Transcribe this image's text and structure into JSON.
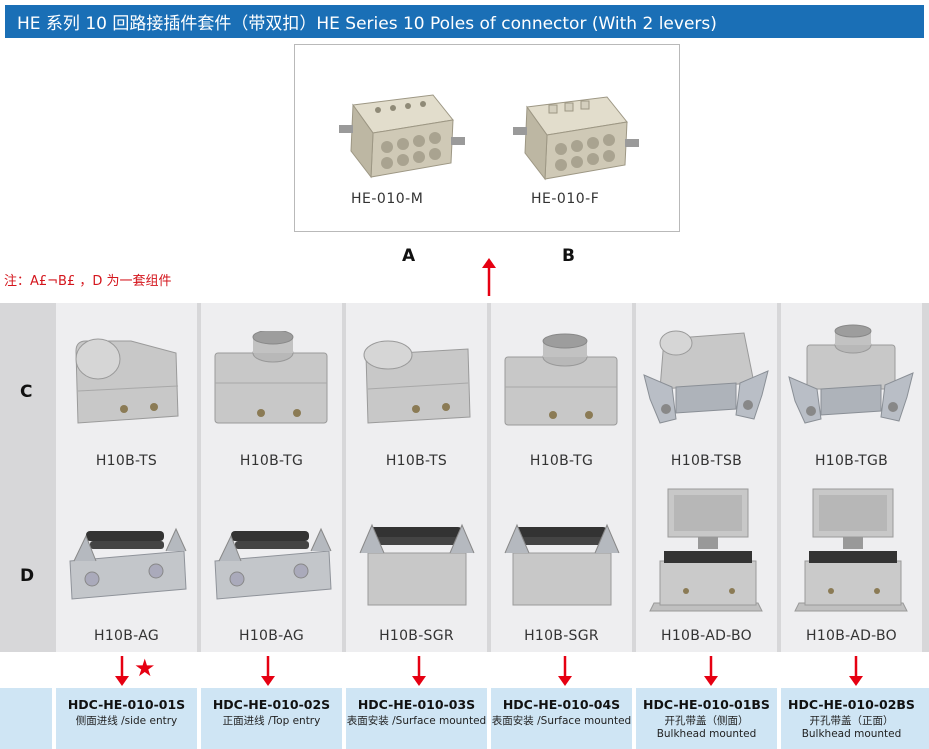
{
  "header": {
    "title": "HE 系列 10 回路接插件套件（带双扣）HE Series 10 Poles of connector (With 2 levers)"
  },
  "ab": {
    "items": [
      {
        "model": "HE-010-M",
        "letter": "A"
      },
      {
        "model": "HE-010-F",
        "letter": "B"
      }
    ]
  },
  "note": "注：A£¬B£ ，D 为一套组件",
  "rows": {
    "c_label": "C",
    "d_label": "D"
  },
  "columns": [
    {
      "c_model": "H10B-TS",
      "d_model": "H10B-AG",
      "code": "HDC-HE-010-01S",
      "desc_cn": "侧面进线",
      "desc_en": "/side entry",
      "starred": true
    },
    {
      "c_model": "H10B-TG",
      "d_model": "H10B-AG",
      "code": "HDC-HE-010-02S",
      "desc_cn": "正面进线",
      "desc_en": "/Top entry",
      "starred": false
    },
    {
      "c_model": "H10B-TS",
      "d_model": "H10B-SGR",
      "code": "HDC-HE-010-03S",
      "desc_cn": "表面安装",
      "desc_en": "/Surface mounted",
      "starred": false
    },
    {
      "c_model": "H10B-TG",
      "d_model": "H10B-SGR",
      "code": "HDC-HE-010-04S",
      "desc_cn": "表面安装",
      "desc_en": "/Surface mounted",
      "starred": false
    },
    {
      "c_model": "H10B-TSB",
      "d_model": "H10B-AD-BO",
      "code": "HDC-HE-010-01BS",
      "desc_cn": "开孔带盖（侧面）",
      "desc_en": "Bulkhead mounted",
      "starred": false
    },
    {
      "c_model": "H10B-TGB",
      "d_model": "H10B-AD-BO",
      "code": "HDC-HE-010-02BS",
      "desc_cn": "开孔带盖（正面）",
      "desc_en": "Bulkhead mounted",
      "starred": false
    }
  ],
  "colors": {
    "title_bg": "#1a6fb6",
    "accent_red": "#e60012",
    "bottom_bg": "#cfe5f4",
    "cell_bg": "#eeeef0",
    "grid_bg": "#d7d7d9"
  },
  "icons": {
    "star": "star-icon",
    "arrow": "down-arrow-icon",
    "up_arrow": "up-arrow-icon"
  }
}
